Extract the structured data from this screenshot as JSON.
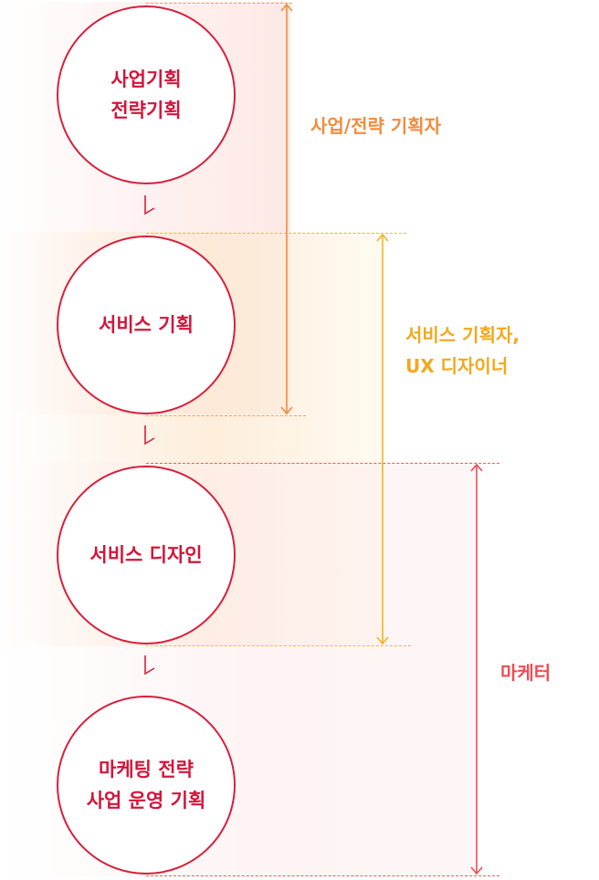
{
  "colors": {
    "stage_border": "#d81f3c",
    "stage_text": "#d3153a",
    "planner": "#f28b3c",
    "ux": "#f2a81d",
    "marketer": "#ef4d52"
  },
  "stages": [
    {
      "lines": [
        "사업기획",
        "전략기획"
      ]
    },
    {
      "lines": [
        "서비스 기획"
      ]
    },
    {
      "lines": [
        "서비스 디자인"
      ]
    },
    {
      "lines": [
        "마케팅 전략",
        "사업 운영 기획"
      ]
    }
  ],
  "roles": {
    "planner": {
      "lines": [
        "사업/전략 기획자"
      ]
    },
    "ux": {
      "lines": [
        "서비스 기획자,",
        "UX 디자이너"
      ]
    },
    "marketer": {
      "lines": [
        "마케터"
      ]
    }
  }
}
